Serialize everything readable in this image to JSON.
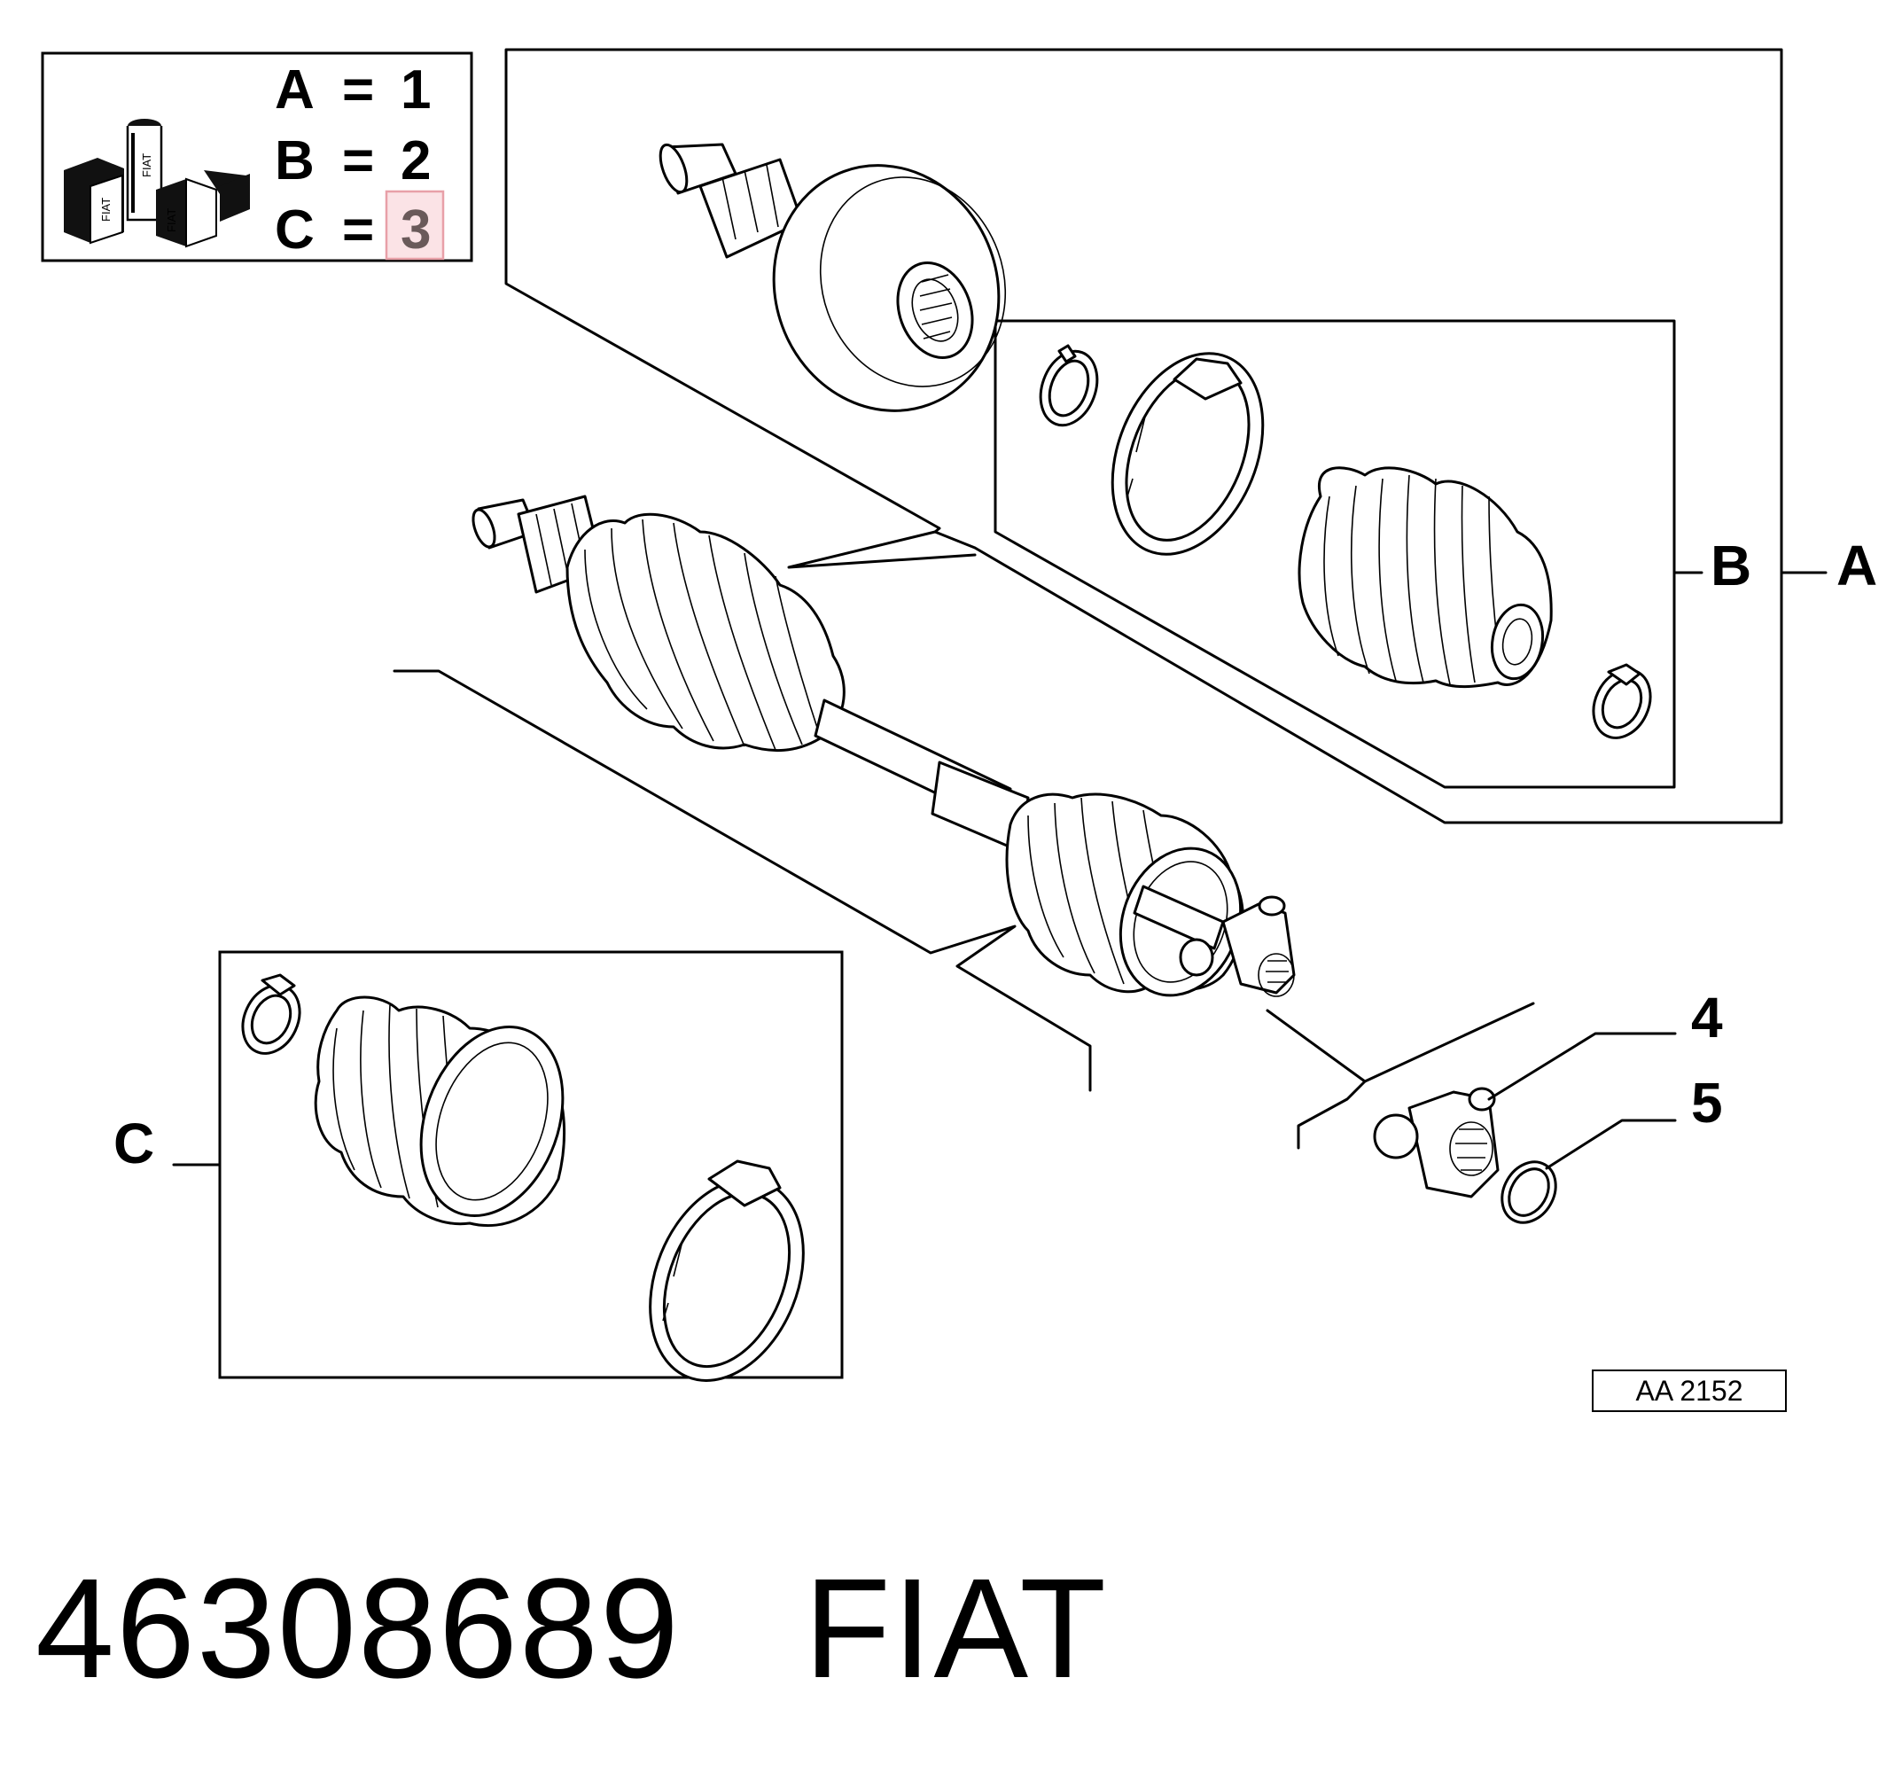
{
  "legend": {
    "rows": [
      {
        "key": "A",
        "value": "1"
      },
      {
        "key": "B",
        "value": "2"
      },
      {
        "key": "C",
        "value": "3"
      }
    ],
    "eq": "=",
    "highlight_color": "#e8a0a8",
    "logo_text": "FIAT"
  },
  "callouts": {
    "A": "A",
    "B": "B",
    "C": "C",
    "item4": "4",
    "item5": "5"
  },
  "drawing_ref": "AA 2152",
  "part": {
    "number": "46308689",
    "brand": "FIAT"
  },
  "icons": [
    "fiat-kit-icon",
    "cv-joint-icon",
    "boot-icon",
    "clamp-icon",
    "circlip-icon",
    "tripod-joint-icon",
    "driveshaft-icon"
  ]
}
